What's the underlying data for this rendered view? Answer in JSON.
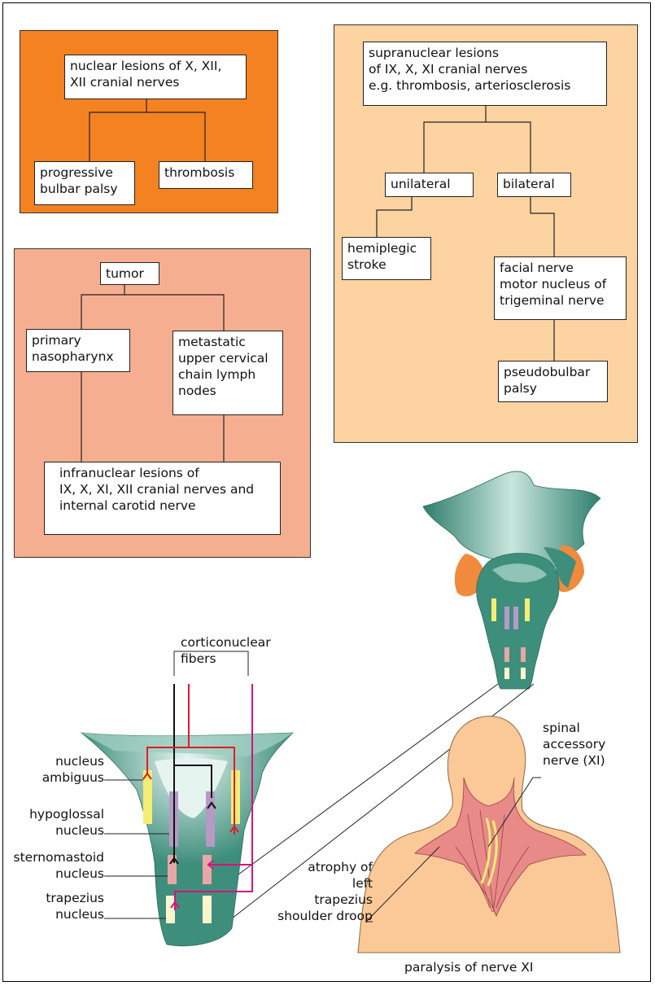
{
  "panels": {
    "nuclear": {
      "color": "#F58220",
      "root": "nuclear lesions of X, XII,\nXII  cranial nerves",
      "left": "progressive\nbulbar palsy",
      "right": "thrombosis"
    },
    "supranuclear": {
      "color": "#FDD3A2",
      "root": "supranuclear lesions\n of IX, X, XI cranial nerves\n e.g. thrombosis, arteriosclerosis",
      "unilateral": "unilateral",
      "bilateral": "bilateral",
      "hemiplegic": "hemiplegic\nstroke",
      "facial": "facial nerve\nmotor nucleus of\ntrigeminal nerve",
      "pseudobulbar": "pseudobulbar\npalsy"
    },
    "tumor": {
      "color": "#F6AE91",
      "root": "tumor",
      "primary": "primary\nnasopharynx",
      "metastatic": "metastatic\nupper cervical\nchain lymph\n nodes",
      "infranuclear": "infranuclear lesions  of\n IX, X, XI, XII cranial nerves and\ninternal carotid nerve"
    }
  },
  "anatomy": {
    "corticonuclear": "corticonuclear\nfibers",
    "nucleus_ambiguus": "nucleus\nambiguus",
    "hypoglossal": "hypoglossal\nnucleus",
    "sternomastoid": "sternomastoid\nnucleus",
    "trapezius_nucleus": "trapezius\nnucleus",
    "spinal_accessory": "spinal\naccessory\nnerve (XI)",
    "atrophy": "atrophy of\nleft\ntrapezius\nshoulder droop",
    "caption": "paralysis of nerve XI"
  },
  "colors": {
    "brainstem": "#3E8E7C",
    "skin": "#FBC897",
    "muscle": "#E88A88",
    "nucleus_yellow": "#F4EE74",
    "nucleus_purple": "#B59AC6",
    "nucleus_pink": "#E8A7A7",
    "nucleus_cream": "#FBF5CC",
    "fiber_red": "#E01B2A",
    "fiber_magenta": "#D5127F"
  }
}
